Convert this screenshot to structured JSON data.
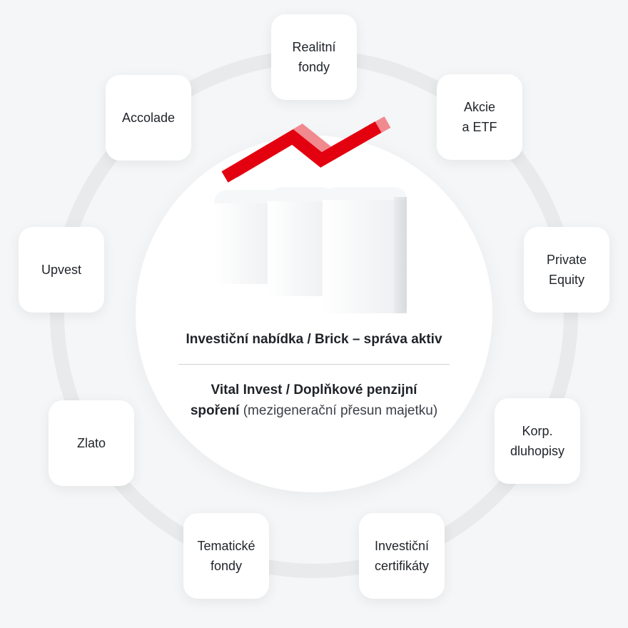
{
  "center": {
    "heading": "Investiční nabídka / Brick – správa aktiv",
    "sub_bold": "Vital Invest / Doplňkové penzijní spoření",
    "sub_light": " (mezigenerační přesun majetku)"
  },
  "items": [
    {
      "label": "Realitní\nfondy"
    },
    {
      "label": "Akcie\na ETF"
    },
    {
      "label": "Private\nEquity"
    },
    {
      "label": "Korp.\ndluhopisy"
    },
    {
      "label": "Investiční\ncertifikáty"
    },
    {
      "label": "Tematické\nfondy"
    },
    {
      "label": "Zlato"
    },
    {
      "label": "Upvest"
    },
    {
      "label": "Accolade"
    }
  ],
  "colors": {
    "accent": "#e3000f",
    "accent_light": "#f08a8f",
    "ring": "#e8eaec",
    "background": "#f4f6f8"
  },
  "icons": [
    "building-blocks-icon",
    "trend-arrow-icon"
  ]
}
